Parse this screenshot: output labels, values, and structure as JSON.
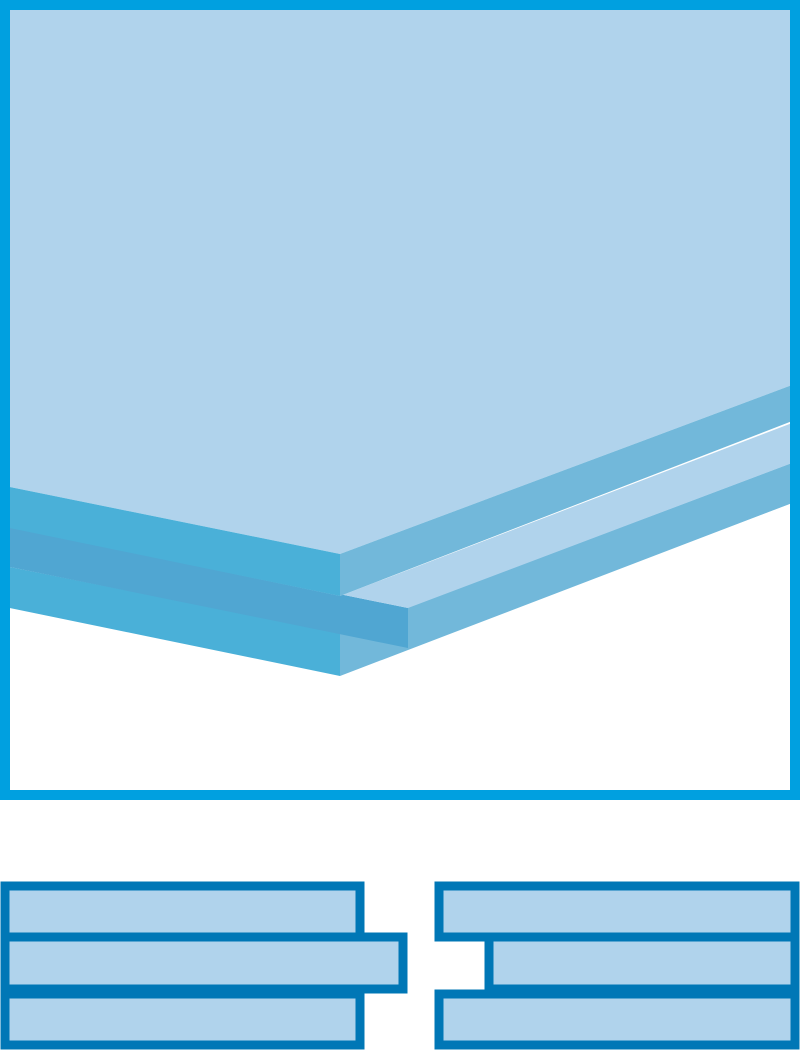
{
  "illustration": {
    "panel": {
      "colors": {
        "frame": "#00a0e0",
        "board_top": "#b0d3ec",
        "board_edge_front": "#4ab0d8",
        "board_edge_mid": "#50a6d2",
        "board_edge_side": "#72b8da"
      }
    },
    "profile_left": {
      "colors": {
        "outline": "#0077b6",
        "fill": "#b0d3ec"
      },
      "boards": [
        {
          "offset": "none"
        },
        {
          "offset": "protruding"
        },
        {
          "offset": "none"
        }
      ]
    },
    "profile_right": {
      "colors": {
        "outline": "#0077b6",
        "fill": "#b0d3ec"
      },
      "boards": [
        {
          "offset": "none"
        },
        {
          "offset": "recessed"
        },
        {
          "offset": "none"
        }
      ]
    }
  }
}
